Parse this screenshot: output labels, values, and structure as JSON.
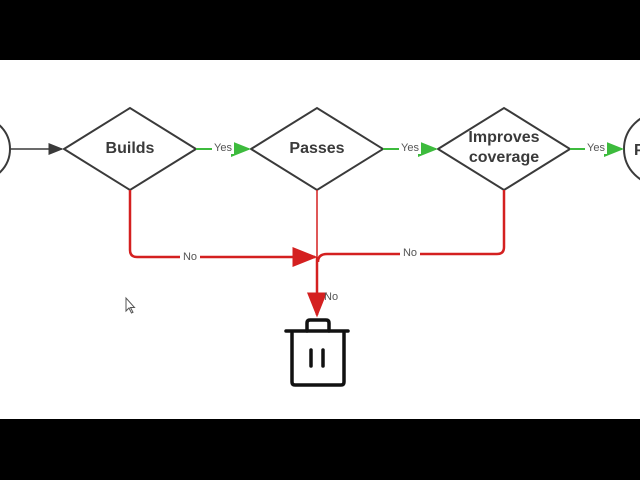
{
  "diagram": {
    "nodes": {
      "builds": {
        "label": "Builds"
      },
      "passes": {
        "label": "Passes"
      },
      "improves": {
        "label_line1": "Improves",
        "label_line2": "coverage"
      },
      "end": {
        "label": "P"
      }
    },
    "edges": {
      "builds_passes": "Yes",
      "passes_improves": "Yes",
      "improves_end": "Yes",
      "builds_no": "No",
      "improves_no": "No",
      "passes_no": "No"
    },
    "colors": {
      "yes_edge": "#3dbb3d",
      "no_edge": "#d42020",
      "node_stroke": "#3a3a3a",
      "trash": "#111111"
    },
    "icons": {
      "trash": "trash-icon",
      "cursor": "mouse-cursor-icon"
    }
  }
}
